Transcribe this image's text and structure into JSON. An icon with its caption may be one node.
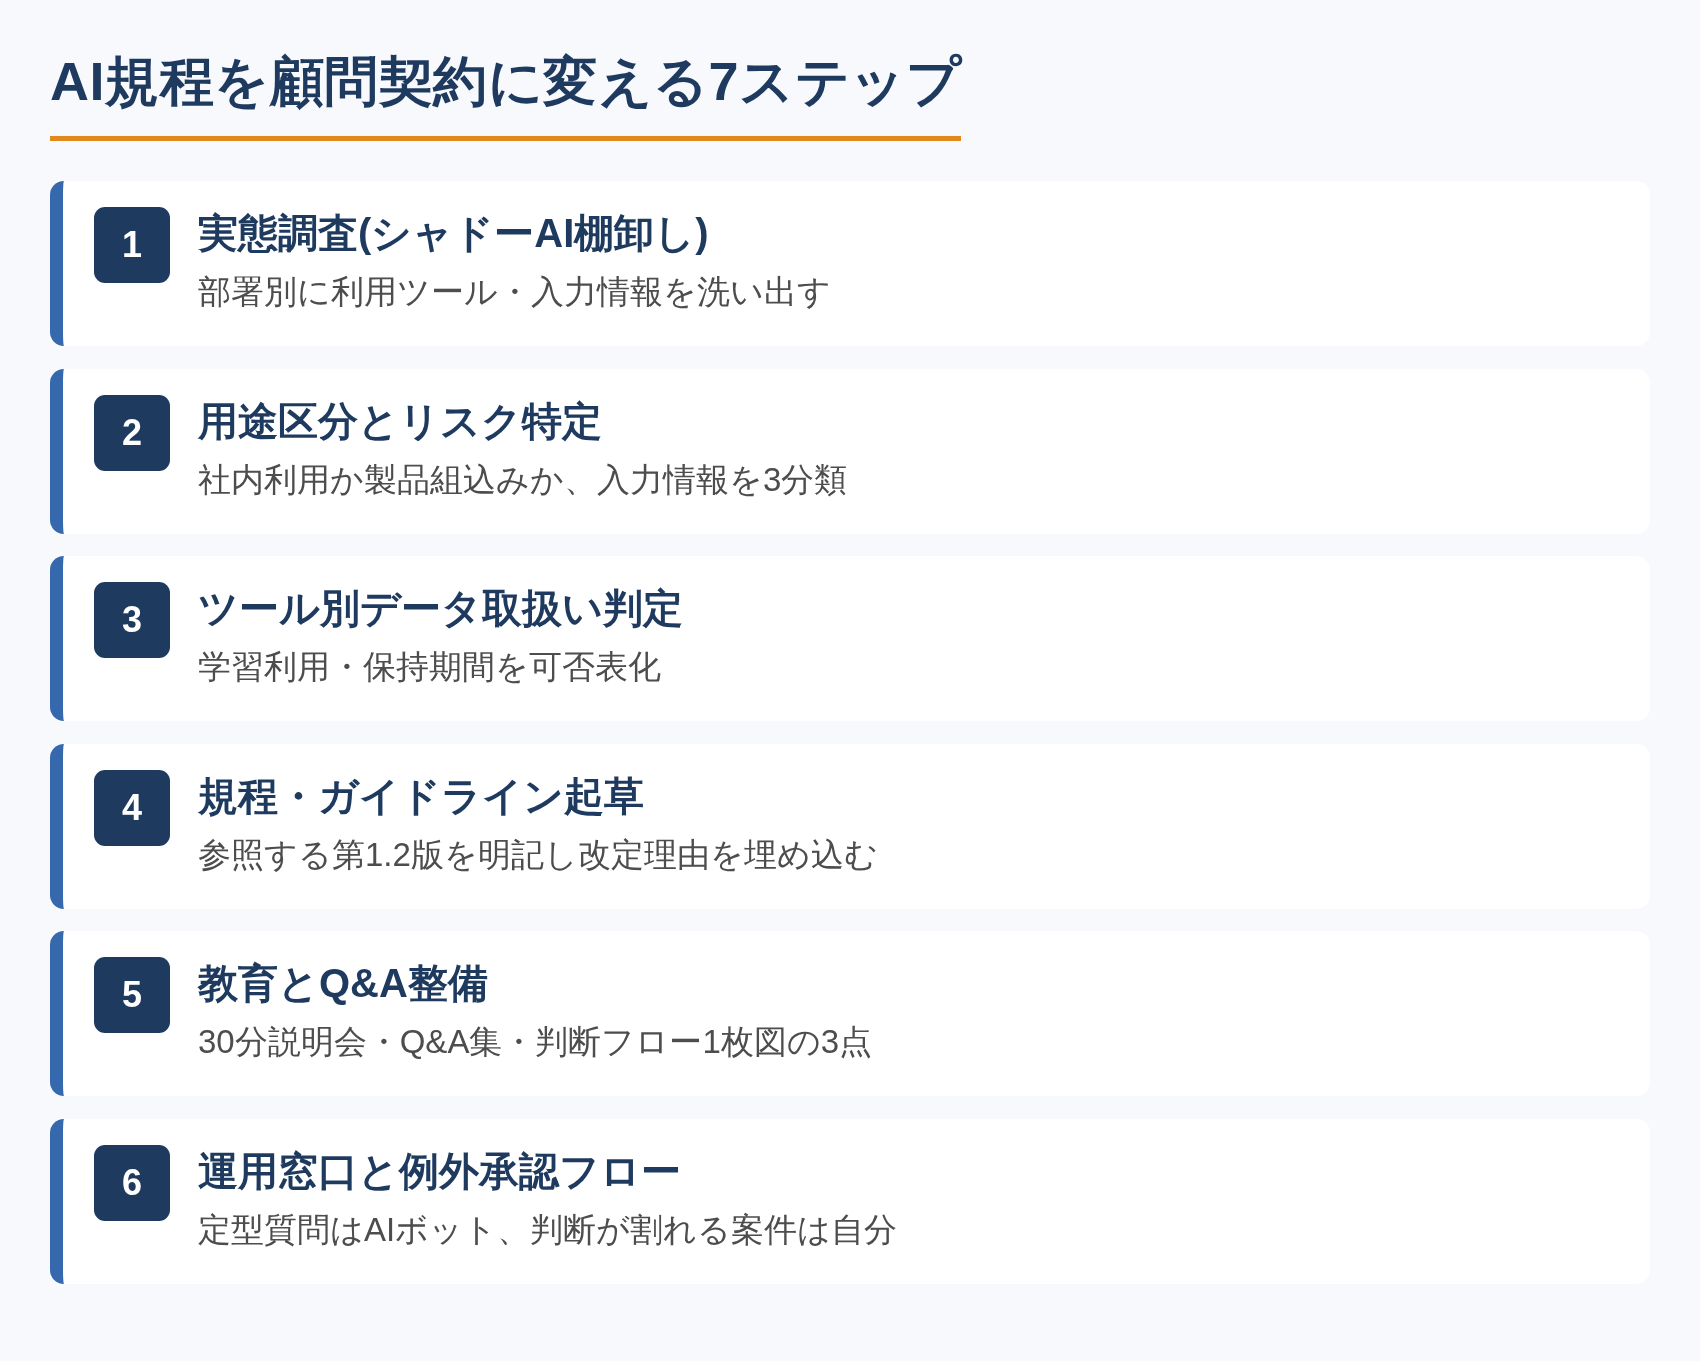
{
  "diagram": {
    "title": "AI規程を顧問契約に変える7ステップ",
    "nodes": [
      {
        "text": [
          "実態調査(シャドーAI棚卸し)",
          "部署別に利用ツール・入力情報を洗い出す"
        ]
      },
      {
        "text": [
          "1"
        ],
        "in": 0
      },
      {
        "text": [
          "用途区分とリスク特定",
          "社内利用か製品組込みか、入力情報を3分類"
        ]
      },
      {
        "text": [
          "2"
        ],
        "in": 2
      },
      {
        "text": [
          "ツール別データ取扱い判定",
          "学習利用・保持期間を可否表化"
        ]
      },
      {
        "text": [
          "3"
        ],
        "in": 4
      },
      {
        "text": [
          "規程・ガイドライン起草",
          "参照する第1.2版を明記し改定理由を埋め込む"
        ]
      },
      {
        "text": [
          "4"
        ],
        "in": 6
      },
      {
        "text": [
          "教育とQ&A整備",
          "30分説明会・Q&A集・判断フロー1枚図の3点"
        ]
      },
      {
        "text": [
          "5"
        ],
        "in": 8
      },
      {
        "text": [
          "運用窓口と例外承認フロー",
          "定型質問はAIボット、判断が割れる案件は自分"
        ]
      },
      {
        "text": [
          "6"
        ],
        "in": 10
      }
    ]
  }
}
